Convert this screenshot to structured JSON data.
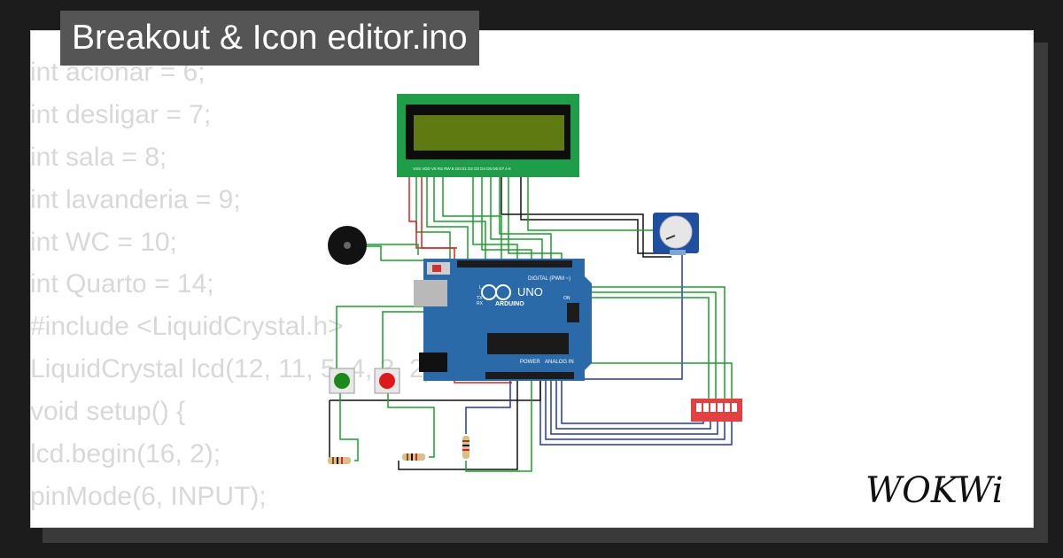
{
  "project_title": "Breakout & Icon editor.ino",
  "code_lines": [
    "int acionar = 6;",
    "int desligar = 7;",
    "int sala = 8;",
    "int lavanderia = 9;",
    "int WC = 10;",
    "int Quarto = 14;",
    "#include <LiquidCrystal.h>",
    "LiquidCrystal lcd(12, 11, 5, 4, 3, 2);",
    "void setup() {",
    "lcd.begin(16, 2);",
    "pinMode(6, INPUT);"
  ],
  "board": {
    "brand": "ARDUINO",
    "model": "UNO",
    "digital_label": "DIGITAL (PWM ~)",
    "power_label": "POWER",
    "analog_label": "ANALOG IN",
    "tx_label": "TX",
    "rx_label": "RX",
    "led_l": "L",
    "on_label": "ON"
  },
  "lcd_pin_labels": "VSS VDD V0 RS RW E D0 D1 D2 D3 D4 D5 D6 D7 A K",
  "logo_text": "WOKWi",
  "colors": {
    "background": "#1c1c1c",
    "title_bg": "#555555",
    "arduino": "#2a6aa8",
    "lcd_board": "#1f9e4a",
    "lcd_screen": "#5e7a10",
    "wire_green": "#18a028",
    "wire_red": "#e02020",
    "wire_blue": "#1c30d8",
    "wire_black": "#111111",
    "dip_switch": "#e54040"
  }
}
